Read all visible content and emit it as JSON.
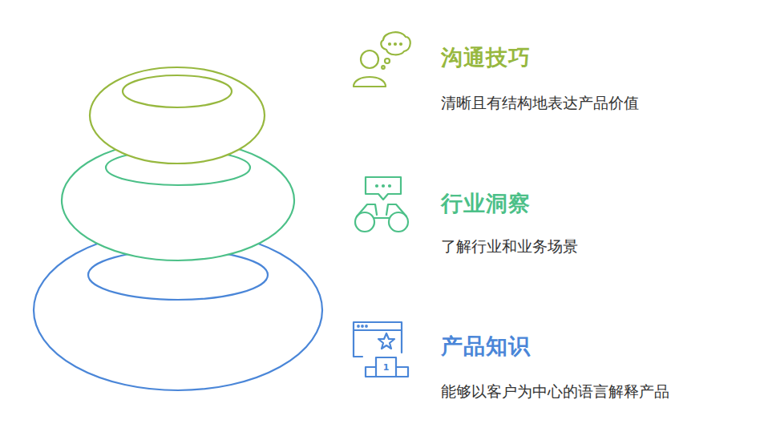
{
  "diagram": {
    "labels": [
      "沟通技巧",
      "清晰且有结构地表达产品价值",
      "行业洞察",
      "了解行业和业务场景",
      "产品知识",
      "能够以客户为中心的语言解释产品",
      "1"
    ]
  }
}
